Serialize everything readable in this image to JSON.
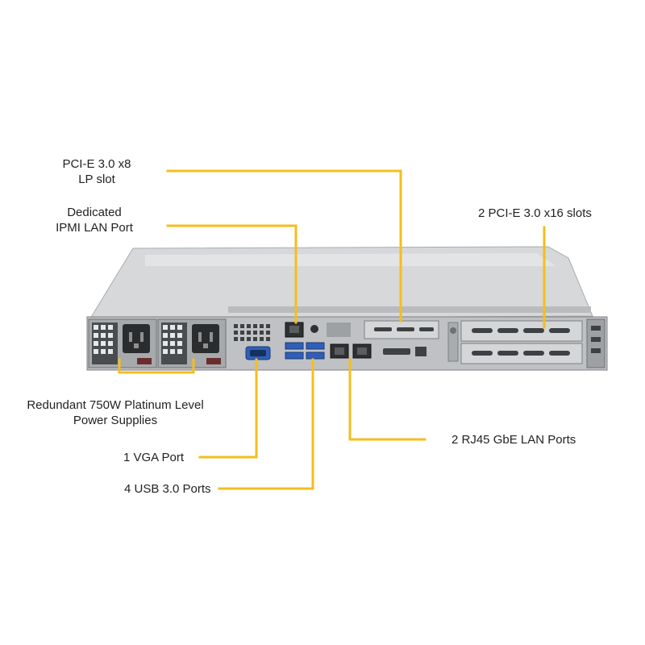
{
  "callouts": {
    "pcie_x8": {
      "line1": "PCI-E 3.0 x8",
      "line2": "LP slot"
    },
    "ipmi": {
      "line1": "Dedicated",
      "line2": "IPMI LAN Port"
    },
    "pcie_x16": {
      "text": "2 PCI-E 3.0 x16 slots"
    },
    "psu": {
      "line1": "Redundant 750W Platinum Level",
      "line2": "Power Supplies"
    },
    "vga": {
      "text": "1 VGA Port"
    },
    "usb": {
      "text": "4 USB 3.0 Ports"
    },
    "lan": {
      "text": "2 RJ45 GbE LAN Ports"
    }
  },
  "colors": {
    "leader": "#F5BE1C",
    "chassis": "#C9CBCD",
    "chassis_dark": "#8E9194",
    "port_blue": "#2F5FB8"
  }
}
